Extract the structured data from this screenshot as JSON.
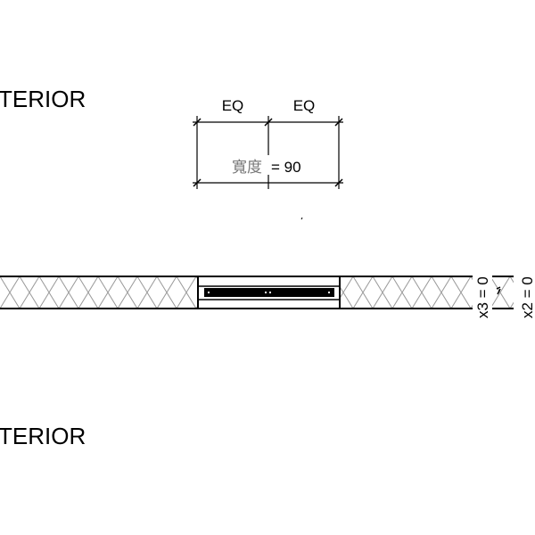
{
  "labels": {
    "exterior": "TERIOR",
    "interior": "TERIOR"
  },
  "dimensions": {
    "eq_left": "EQ",
    "eq_right": "EQ",
    "width_name": "寬度",
    "width_value": "= 90"
  },
  "params": {
    "x3": "x3 = 0",
    "x2": "x2 = 0"
  },
  "colors": {
    "line": "#000000",
    "hatch": "#9a9a9a",
    "param_label": "#777777"
  }
}
